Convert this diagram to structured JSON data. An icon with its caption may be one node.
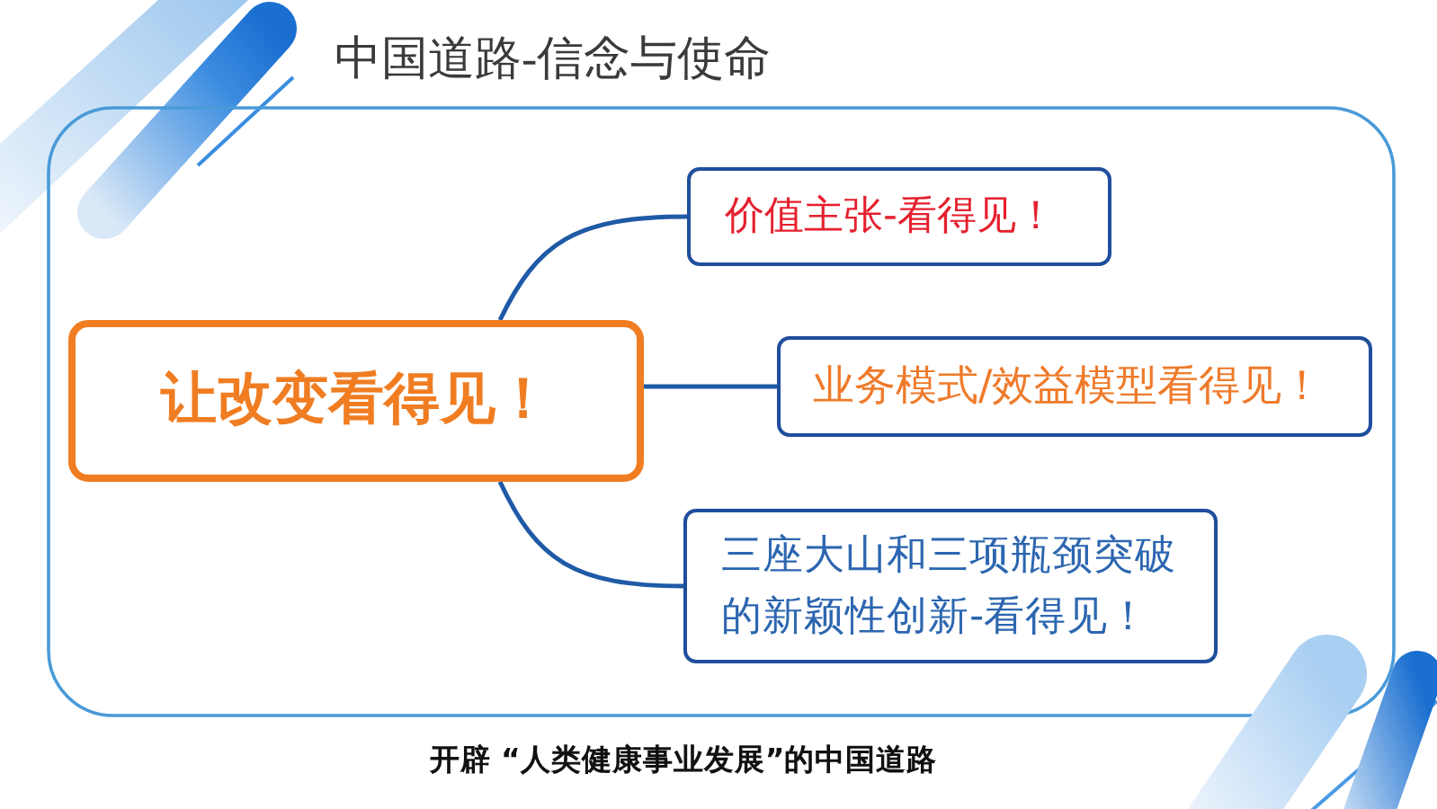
{
  "diagram": {
    "title": "中国道路-信念与使命",
    "caption": "开辟 “人类健康事业发展”的中国道路",
    "nodes": [
      {
        "text": [
          "让改变看得见！"
        ]
      },
      {
        "text": [
          "价值主张-看得见！"
        ]
      },
      {
        "text": [
          "业务模式/效益模型看得见！"
        ]
      },
      {
        "text": [
          "三座大山和三项瓶颈突破的新颖性创新-看得见！"
        ]
      }
    ],
    "edges": [
      {
        "from": 0,
        "to": 1,
        "arrow": "none"
      },
      {
        "from": 0,
        "to": 2,
        "arrow": "none"
      },
      {
        "from": 0,
        "to": 3,
        "arrow": "none"
      }
    ]
  }
}
